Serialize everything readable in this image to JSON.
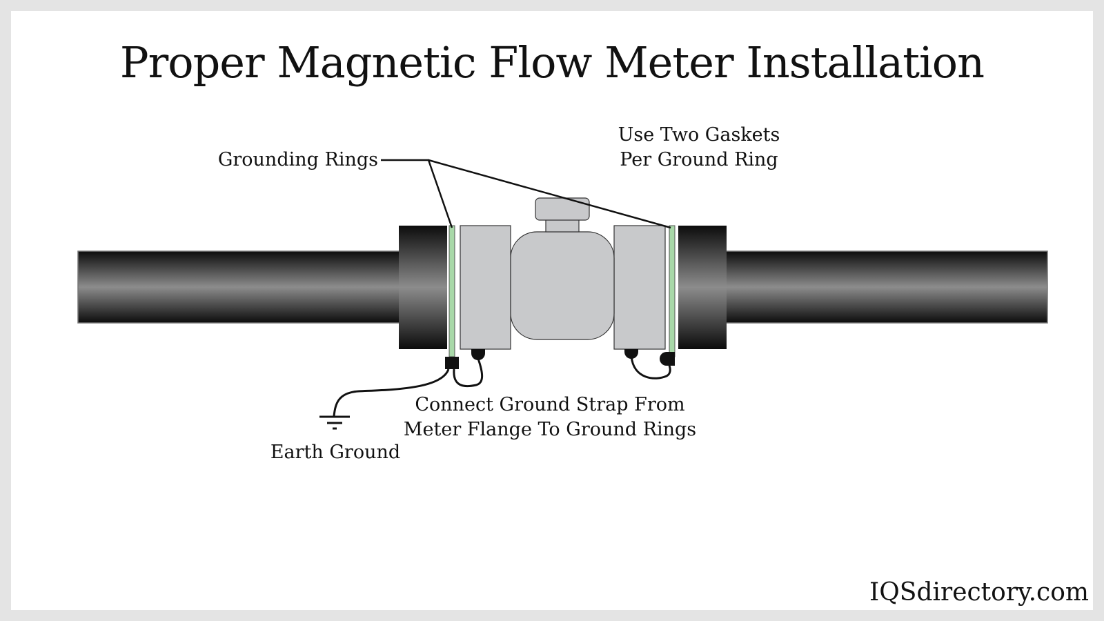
{
  "title": "Proper Magnetic Flow Meter Installation",
  "labels": {
    "grounding_rings": "Grounding Rings",
    "gaskets_line1": "Use Two Gaskets",
    "gaskets_line2": "Per Ground Ring",
    "strap_line1": "Connect Ground Strap From",
    "strap_line2": "Meter Flange To Ground Rings",
    "earth_ground": "Earth Ground"
  },
  "brand": "IQSdirectory.com",
  "colors": {
    "pipe_dark": "#111111",
    "pipe_light": "#8a8a8a",
    "meter_body": "#c8c9cb",
    "grounding_ring": "#a8d8a8",
    "background": "#ffffff",
    "frame": "#e4e4e4"
  },
  "icons": {
    "earth_ground": "ground-symbol-icon"
  }
}
